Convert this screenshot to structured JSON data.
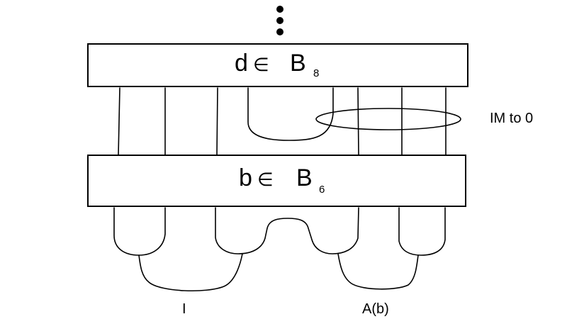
{
  "top_box": {
    "symbol": "d",
    "relation": "∈",
    "group": "B",
    "index": "8"
  },
  "bottom_box": {
    "symbol": "b",
    "relation": "∈",
    "group": "B",
    "index": "6"
  },
  "annotation": "IM to 0",
  "label_left": "I",
  "label_right": "A(b)"
}
